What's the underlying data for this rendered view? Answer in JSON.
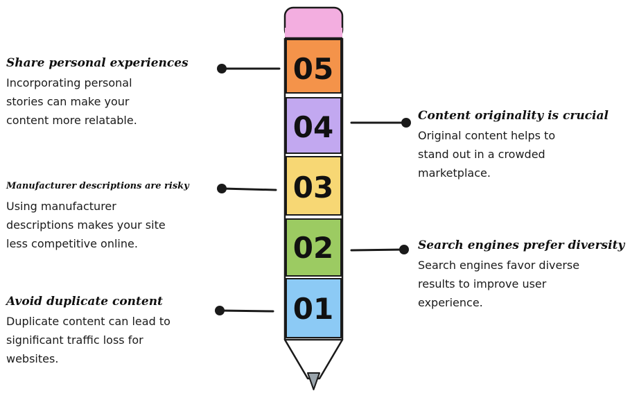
{
  "segments": [
    {
      "number": "05",
      "color": "#f4934a"
    },
    {
      "number": "04",
      "color": "#c2a8f0"
    },
    {
      "number": "03",
      "color": "#f7d774"
    },
    {
      "number": "02",
      "color": "#9ccb62"
    },
    {
      "number": "01",
      "color": "#8ccaf5"
    }
  ],
  "eraser_color": "#f3aee0",
  "tip_color": "#9aa4ab",
  "items": {
    "s05": {
      "title": "Share personal experiences",
      "description": "Incorporating personal stories can make your content more relatable."
    },
    "s04": {
      "title": "Content originality is crucial",
      "description": "Original content helps to stand out in a crowded marketplace."
    },
    "s03": {
      "title": "Manufacturer descriptions are risky",
      "description": "Using manufacturer descriptions makes your site less competitive online."
    },
    "s02": {
      "title": "Search engines prefer diversity",
      "description": "Search engines favor diverse results to improve user experience."
    },
    "s01": {
      "title": "Avoid duplicate content",
      "description": "Duplicate content can lead to significant traffic loss for websites."
    }
  }
}
